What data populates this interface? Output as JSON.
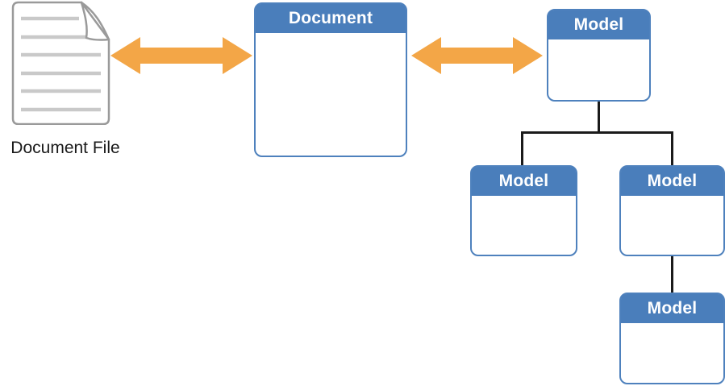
{
  "colors": {
    "header-blue": "#4A7EBB",
    "box-border-blue": "#4E81BD",
    "arrow-orange": "#F3A647",
    "connector-black": "#1A1A1A",
    "file-border-gray": "#9A9A9A",
    "file-line-gray": "#C9C9C9"
  },
  "file": {
    "label": "Document File",
    "icon": "document-file-icon"
  },
  "document_box": {
    "title": "Document"
  },
  "model_tree": {
    "root": {
      "title": "Model"
    },
    "children": [
      {
        "title": "Model"
      },
      {
        "title": "Model"
      }
    ],
    "grandchild": {
      "title": "Model"
    }
  },
  "arrows": [
    {
      "icon": "bidirectional-arrow-icon"
    },
    {
      "icon": "bidirectional-arrow-icon"
    }
  ]
}
